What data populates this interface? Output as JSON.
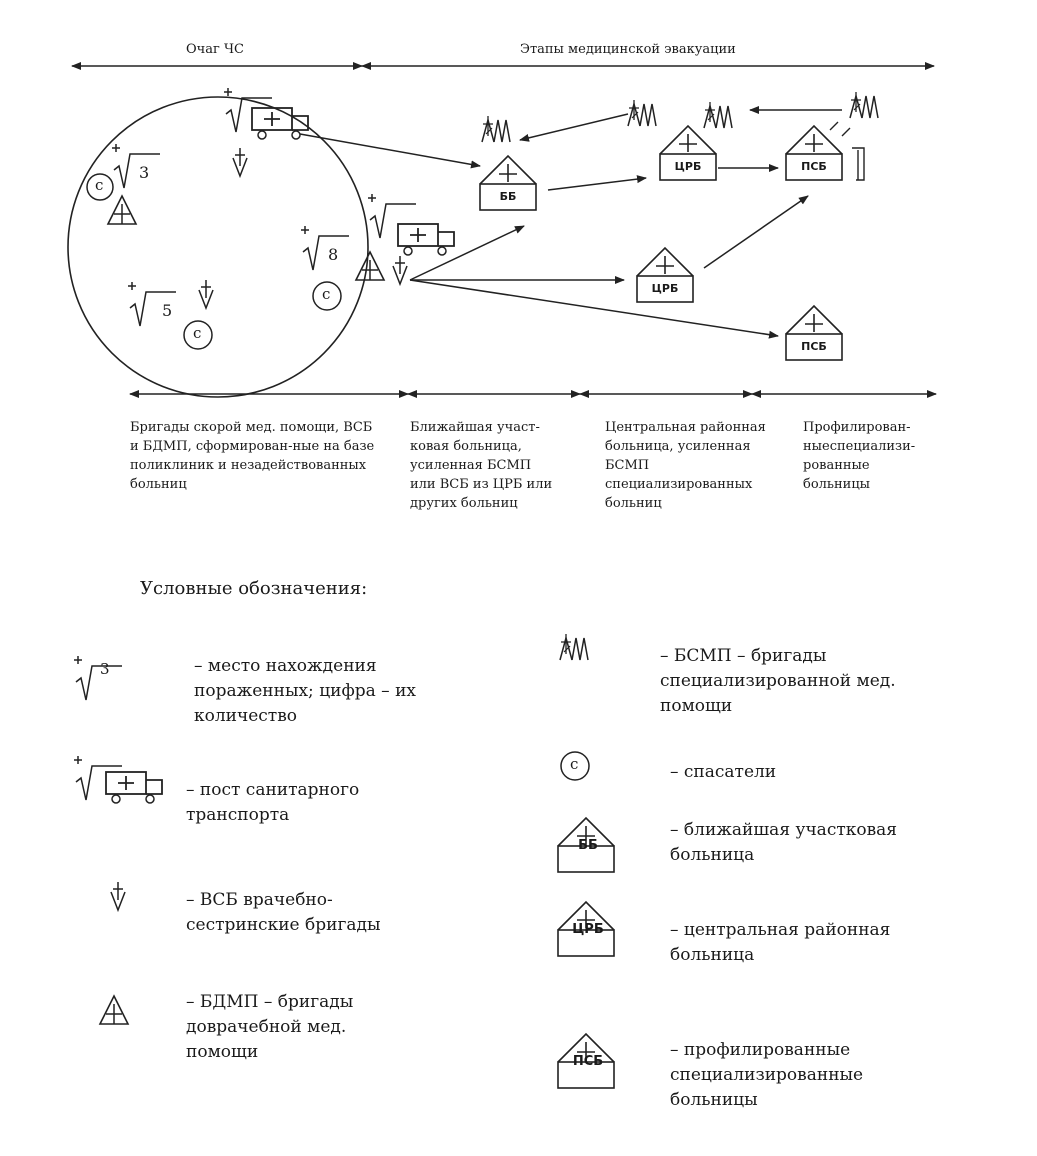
{
  "header": {
    "zone_label": "Очаг ЧС",
    "stages_label": "Этапы медицинской эвакуации"
  },
  "diagram": {
    "victim_counts": [
      "3",
      "8",
      "5"
    ],
    "rescuer_letter": "с",
    "hospitals": {
      "bb": "ББ",
      "crb": "ЦРБ",
      "psb": "ПСБ"
    }
  },
  "bands": [
    {
      "text": "Бригады скорой мед. помощи, ВСБ и БДМП, сформирован-ные на базе поликлиник и незадействованных больниц"
    },
    {
      "text": "Ближайшая участ-ковая больница, усиленная БСМП или ВСБ из ЦРБ или других больниц"
    },
    {
      "text": "Центральная районная больница, усиленная БСМП специализированных больниц"
    },
    {
      "text": "Профилирован-ныеспециализи-рованные больницы"
    }
  ],
  "legend": {
    "title": "Условные обозначения:",
    "icon_count": "3",
    "items": {
      "victims": "– место нахождения пораженных; цифра – их количество",
      "transport": "– пост санитарного транспорта",
      "vsb": "– ВСБ врачебно-сестринские бригады",
      "bdmp": "– БДМП – бригады доврачебной мед. помощи",
      "bsmp": "– БСМП – бригады специализированной мед. помощи",
      "rescuers": "– спасатели",
      "bb": "– ближайшая участковая больница",
      "crb": "– центральная районная больница",
      "psb": "– профилированные специализированные больницы"
    }
  }
}
